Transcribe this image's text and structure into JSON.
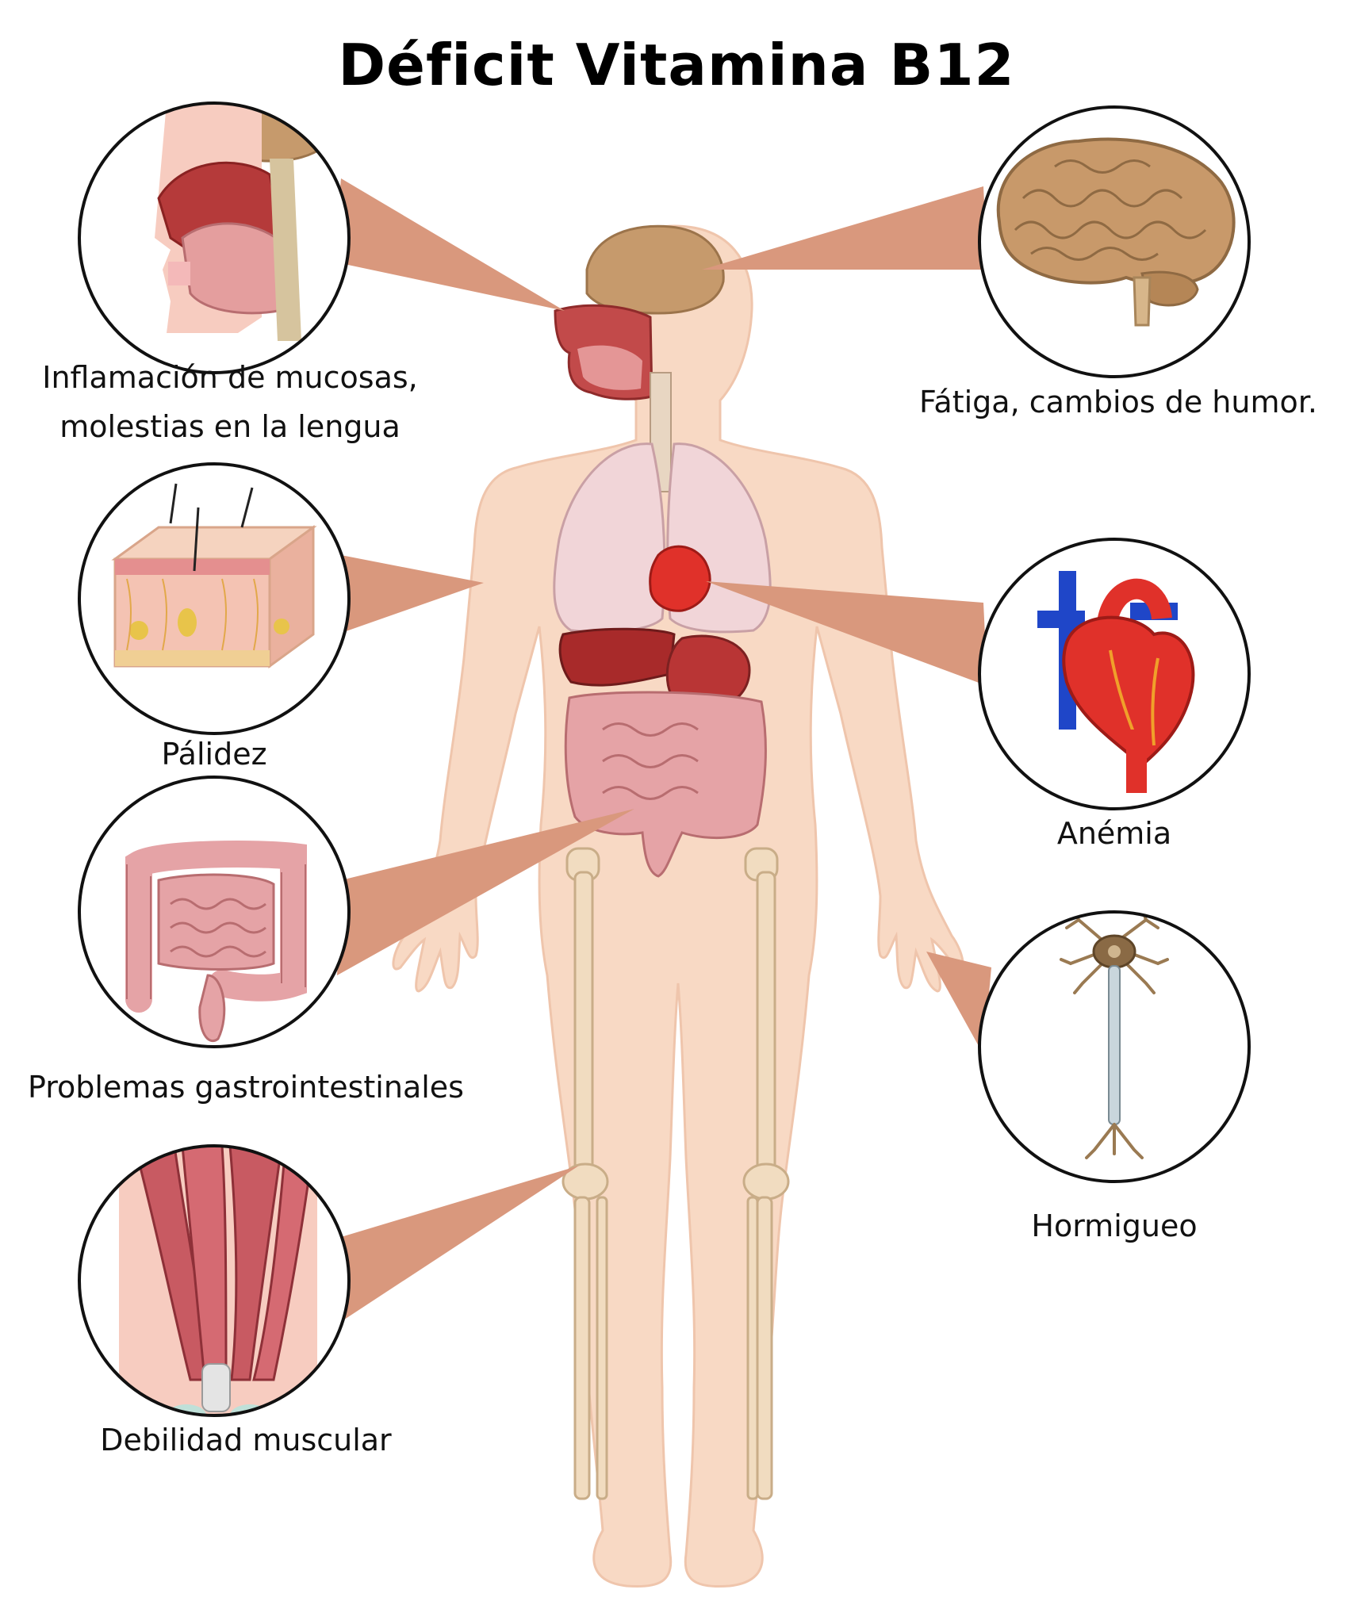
{
  "title": "Déficit Vitamina B12",
  "symptoms": {
    "mucosa": {
      "lines": [
        "Inflamación de mucosas,",
        "molestias en la lengua"
      ],
      "icon": "mouth-nose-cross-section-icon"
    },
    "brain": {
      "lines": [
        "Fátiga, cambios de humor."
      ],
      "icon": "brain-icon"
    },
    "skin": {
      "lines": [
        "Pálidez"
      ],
      "icon": "skin-layers-icon"
    },
    "heart": {
      "lines": [
        "Anémia"
      ],
      "icon": "heart-icon"
    },
    "gut": {
      "lines": [
        "Problemas gastrointestinales"
      ],
      "icon": "intestines-icon"
    },
    "neuron": {
      "lines": [
        "Hormigueo"
      ],
      "icon": "neuron-icon"
    },
    "muscle": {
      "lines": [
        "Debilidad muscular"
      ],
      "icon": "muscle-icon"
    }
  },
  "colors": {
    "body_skin": "#f8d9c4",
    "callout": "#d9987d",
    "circle_border": "#111111",
    "bone": "#f1dcc0",
    "organ_red": "#b52a2a",
    "lung": "#f1d5d8",
    "intestine": "#e5a3a6"
  }
}
